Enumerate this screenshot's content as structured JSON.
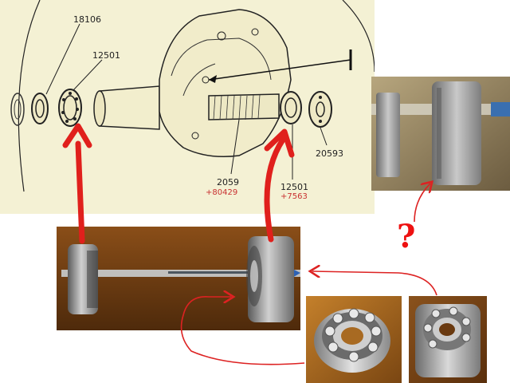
{
  "diagram": {
    "labels": {
      "part_18106": "18106",
      "part_12501_top": "12501",
      "part_20593": "20593",
      "part_2059": "2059",
      "part_2059_ref": "+80429",
      "part_12501_bottom": "12501",
      "part_12501_ref": "+7563"
    }
  },
  "annotation": {
    "question_mark": "?"
  },
  "colors": {
    "arrow": "#e0201c",
    "thin_arrow": "#d22",
    "diagram_paper": "#f4f1d4"
  }
}
